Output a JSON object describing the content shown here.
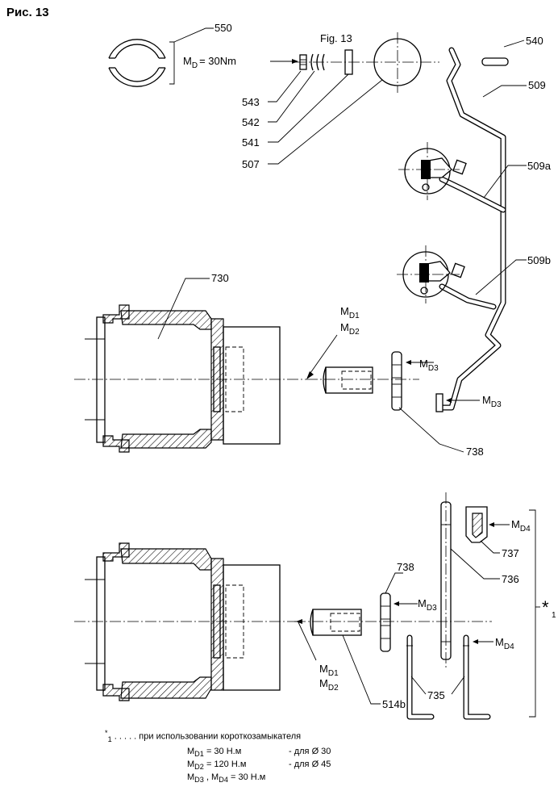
{
  "figure_title": "Рис. 13",
  "fig_label": "Fig. 13",
  "torque_top": {
    "symbol": "M",
    "sub": "D",
    "value": "= 30Nm"
  },
  "callouts": {
    "p550": "550",
    "p540": "540",
    "p509": "509",
    "p509a": "509a",
    "p509b": "509b",
    "p543": "543",
    "p542": "542",
    "p541": "541",
    "p507": "507",
    "p730": "730",
    "p738_top": "738",
    "p738_bottom": "738",
    "p736": "736",
    "p737": "737",
    "p735": "735",
    "p514b": "514b"
  },
  "torque_labels": {
    "md1": "D1",
    "md2": "D2",
    "md3": "D3",
    "md4": "D4",
    "m": "M"
  },
  "star_mark": "*",
  "star_sub": "1",
  "notes": {
    "footnote_mark": "*",
    "footnote_sub": "1",
    "footnote_text": " . . . . .  при использовании короткозамыкателя",
    "rows": [
      {
        "left": "M",
        "left_sub": "D1",
        "left_rest": " =   30 Н.м",
        "right": "- для Ø 30"
      },
      {
        "left": "M",
        "left_sub": "D2",
        "left_rest": " = 120 Н.м",
        "right": "- для Ø 45"
      },
      {
        "left": "M",
        "left_sub": "D3",
        "left_rest": " ,  M",
        "left_sub2": "D4",
        "left_rest2": " = 30 Н.м",
        "right": ""
      }
    ]
  }
}
